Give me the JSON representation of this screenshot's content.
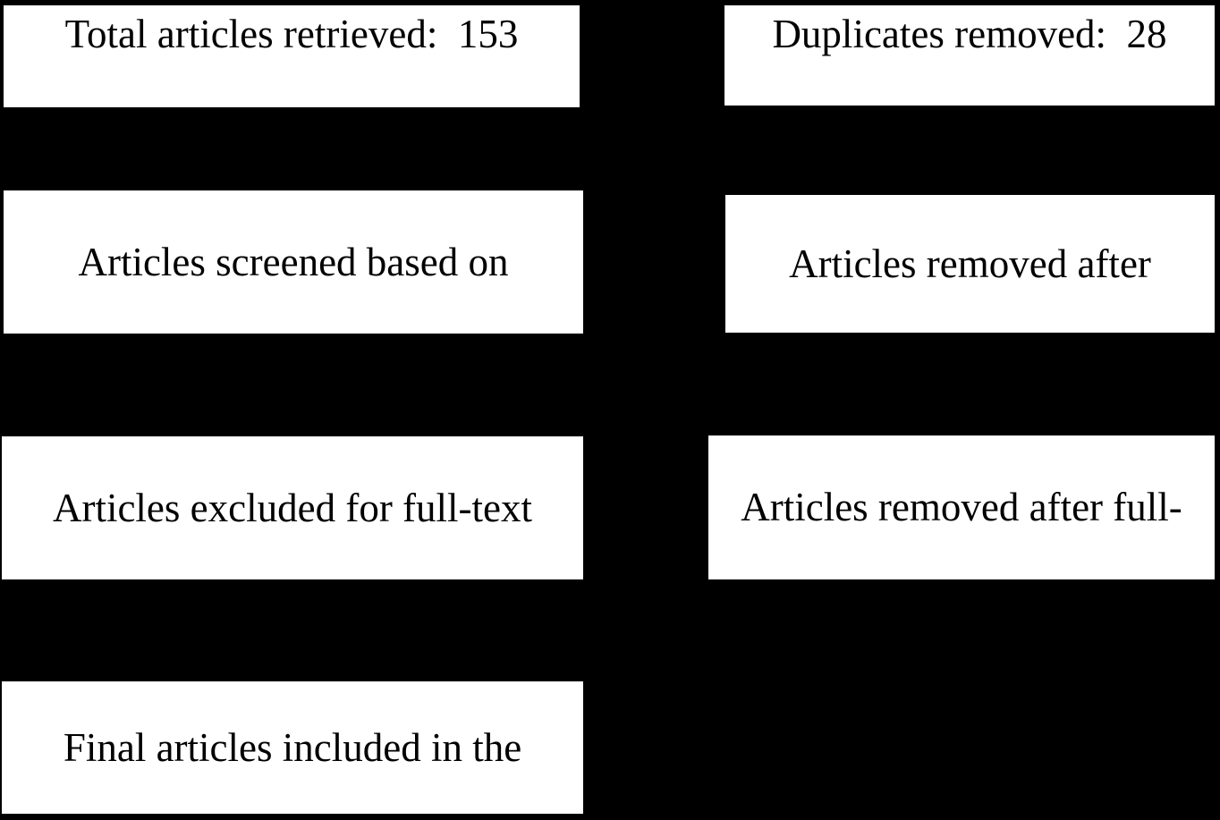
{
  "diagram": {
    "type": "flowchart",
    "colors": {
      "background": "#000000",
      "node_fill": "#ffffff",
      "node_text": "#000000"
    },
    "nodes": {
      "total_retrieved": {
        "label": "Total articles retrieved:  153"
      },
      "duplicates_removed": {
        "label": "Duplicates removed:  28"
      },
      "articles_screened": {
        "label": "Articles screened based on"
      },
      "removed_after": {
        "label": "Articles removed after"
      },
      "excluded_full_text": {
        "label": "Articles excluded for full-text"
      },
      "removed_after_full_text": {
        "label": "Articles removed after full-"
      },
      "final_included": {
        "label": "Final articles included in the"
      }
    }
  }
}
